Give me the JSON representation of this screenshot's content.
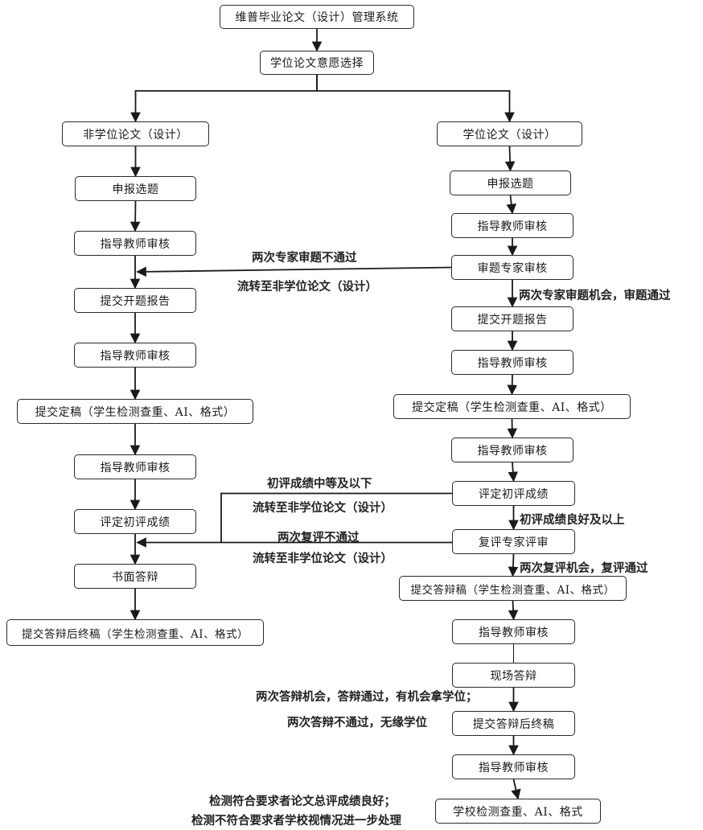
{
  "diagram": {
    "title": "维普毕业论文（设计）管理系统",
    "nodes": {
      "title": "维普毕业论文（设计）管理系统",
      "choice": "学位论文意愿选择",
      "nd": "非学位论文（设计）",
      "d": "学位论文（设计）",
      "l1": "申报选题",
      "l2": "指导教师审核",
      "l3": "提交开题报告",
      "l4": "指导教师审核",
      "l5": "提交定稿（学生检测查重、AI、格式）",
      "l6": "指导教师审核",
      "l7": "评定初评成绩",
      "l8": "书面答辩",
      "l9": "提交答辩后终稿（学生检测查重、AI、格式）",
      "r1": "申报选题",
      "r2": "指导教师审核",
      "r3": "审题专家审核",
      "r4": "提交开题报告",
      "r5": "指导教师审核",
      "r6": "提交定稿（学生检测查重、AI、格式）",
      "r7": "指导教师审核",
      "r8": "评定初评成绩",
      "r9": "复评专家评审",
      "r10": "提交答辩稿（学生检测查重、AI、格式）",
      "r11": "指导教师审核",
      "r12": "现场答辩",
      "r13": "提交答辩后终稿",
      "r14": "指导教师审核",
      "r15": "学校检测查重、AI、格式"
    },
    "edge_labels": {
      "expert_fail_1": "两次专家审题不通过",
      "expert_fail_2": "流转至非学位论文（设计）",
      "expert_pass": "两次专家审题机会，审题通过",
      "initial_low_1": "初评成绩中等及以下",
      "initial_low_2": "流转至非学位论文（设计）",
      "initial_good": "初评成绩良好及以上",
      "review_fail_1": "两次复评不通过",
      "review_fail_2": "流转至非学位论文（设计）",
      "review_pass": "两次复评机会，复评通过",
      "defense_1": "两次答辩机会，答辩通过，有机会拿学位；",
      "defense_2": "两次答辩不通过，无缘学位",
      "school_check_1": "检测符合要求者论文总评成绩良好；",
      "school_check_2": "检测不符合要求者学校视情况进一步处理"
    },
    "edges": [
      {
        "from": "title",
        "to": "choice",
        "kind": "down"
      },
      {
        "from": "choice",
        "to": "nd",
        "kind": "split"
      },
      {
        "from": "choice",
        "to": "d",
        "kind": "split"
      },
      {
        "from": "nd",
        "to": "l1",
        "kind": "down"
      },
      {
        "from": "l1",
        "to": "l2",
        "kind": "down"
      },
      {
        "from": "l2",
        "to": "l3",
        "kind": "down"
      },
      {
        "from": "l3",
        "to": "l4",
        "kind": "down"
      },
      {
        "from": "l4",
        "to": "l5",
        "kind": "down"
      },
      {
        "from": "l5",
        "to": "l6",
        "kind": "down"
      },
      {
        "from": "l6",
        "to": "l7",
        "kind": "down"
      },
      {
        "from": "l7",
        "to": "l8",
        "kind": "down"
      },
      {
        "from": "l8",
        "to": "l9",
        "kind": "down"
      },
      {
        "from": "d",
        "to": "r1",
        "kind": "down"
      },
      {
        "from": "r1",
        "to": "r2",
        "kind": "down"
      },
      {
        "from": "r2",
        "to": "r3",
        "kind": "down"
      },
      {
        "from": "r3",
        "to": "r4",
        "kind": "down",
        "label": "expert_pass"
      },
      {
        "from": "r4",
        "to": "r5",
        "kind": "down"
      },
      {
        "from": "r5",
        "to": "r6",
        "kind": "down"
      },
      {
        "from": "r6",
        "to": "r7",
        "kind": "down"
      },
      {
        "from": "r7",
        "to": "r8",
        "kind": "down"
      },
      {
        "from": "r8",
        "to": "r9",
        "kind": "down",
        "label": "initial_good"
      },
      {
        "from": "r9",
        "to": "r10",
        "kind": "down",
        "label": "review_pass"
      },
      {
        "from": "r10",
        "to": "r11",
        "kind": "down"
      },
      {
        "from": "r11",
        "to": "r12",
        "kind": "line"
      },
      {
        "from": "r12",
        "to": "r13",
        "kind": "down",
        "label": "defense_1"
      },
      {
        "from": "r13",
        "to": "r14",
        "kind": "down"
      },
      {
        "from": "r14",
        "to": "r15",
        "kind": "down",
        "label": "school_check_1"
      },
      {
        "from": "r3",
        "to": "l2-l3",
        "kind": "transfer",
        "label": "expert_fail_1"
      },
      {
        "from": "r8",
        "to": "l7-l8",
        "kind": "transfer-elbow",
        "label": "initial_low_1"
      },
      {
        "from": "r9",
        "to": "l7-l8",
        "kind": "transfer",
        "label": "review_fail_1"
      }
    ]
  }
}
